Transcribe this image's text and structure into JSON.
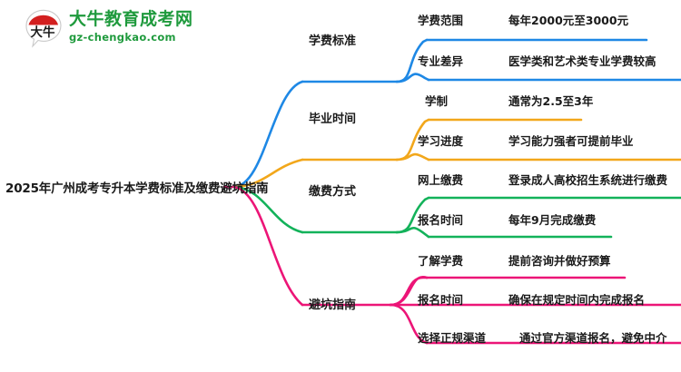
{
  "logo": {
    "mark_text": "大牛",
    "name": "大牛教育成考网",
    "url": "gz-chengkao.com",
    "brand_color": "#1f9a3d",
    "mark_color": "#d32020"
  },
  "mindmap": {
    "root": "2025年广州成考专升本学费标准及缴费避坑指南",
    "branches": [
      {
        "label": "学费标准",
        "color": "#1E88E5",
        "items": [
          {
            "key": "学费范围",
            "value": "每年2000元至3000元"
          },
          {
            "key": "专业差异",
            "value": "医学类和艺术类专业学费较高"
          }
        ]
      },
      {
        "label": "毕业时间",
        "color": "#F2A71B",
        "items": [
          {
            "key": "学制",
            "value": "通常为2.5至3年"
          },
          {
            "key": "学习进度",
            "value": "学习能力强者可提前毕业"
          }
        ]
      },
      {
        "label": "缴费方式",
        "color": "#13B25A",
        "items": [
          {
            "key": "网上缴费",
            "value": "登录成人高校招生系统进行缴费"
          },
          {
            "key": "报名时间",
            "value": "每年9月完成缴费"
          }
        ]
      },
      {
        "label": "避坑指南",
        "color": "#EC1577",
        "items": [
          {
            "key": "了解学费",
            "value": "提前咨询并做好预算"
          },
          {
            "key": "报名时间",
            "value": "确保在规定时间内完成报名"
          },
          {
            "key": "选择正规渠道",
            "value": "通过官方渠道报名，避免中介"
          }
        ]
      }
    ]
  }
}
